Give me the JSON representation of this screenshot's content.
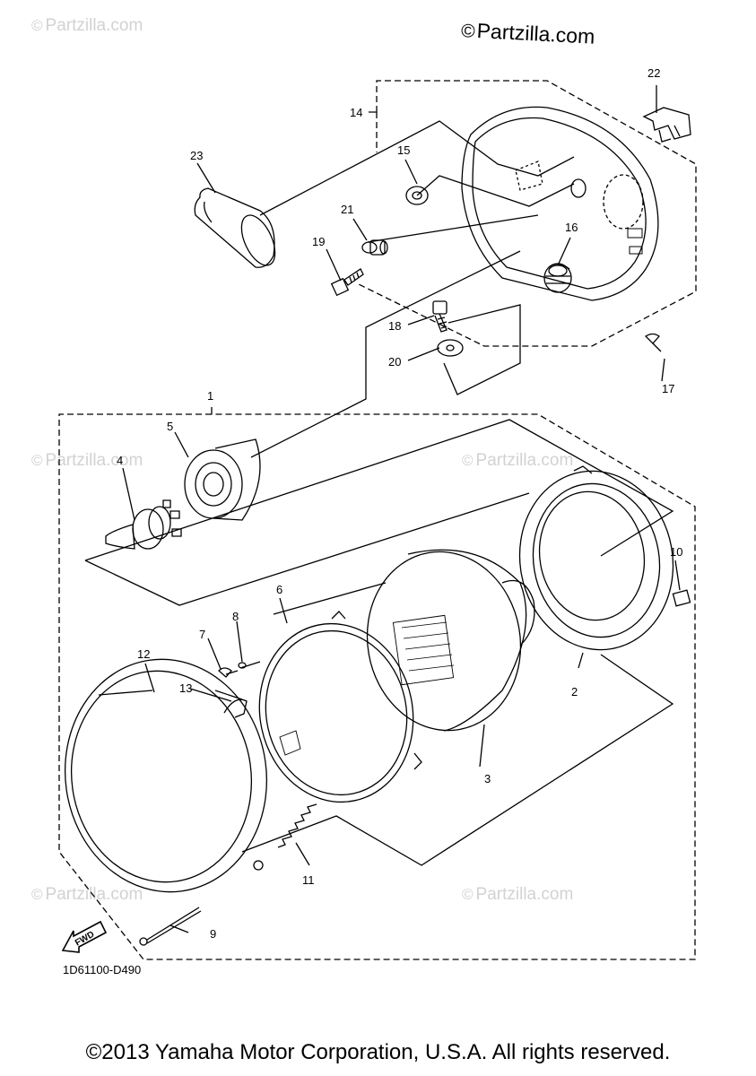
{
  "brand": {
    "symbol": "©",
    "name": "Partzilla.com"
  },
  "watermark": {
    "symbol": "©",
    "text": "Partzilla.com"
  },
  "diagram": {
    "fwd_label": "FWD",
    "code": "1D61100-D490",
    "callouts": [
      "1",
      "2",
      "3",
      "4",
      "5",
      "6",
      "7",
      "8",
      "9",
      "10",
      "11",
      "12",
      "13",
      "14",
      "15",
      "16",
      "17",
      "18",
      "19",
      "20",
      "21",
      "22",
      "23"
    ]
  },
  "copyright": "©2013 Yamaha Motor Corporation, U.S.A. All rights reserved."
}
